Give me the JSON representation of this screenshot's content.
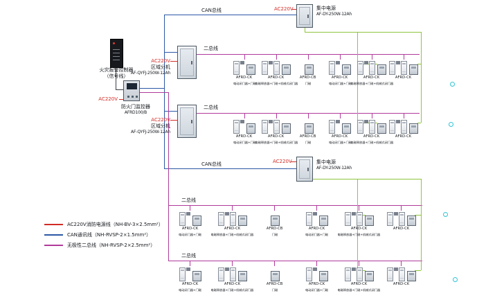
{
  "colors": {
    "power_line": "#d22b25",
    "can_line": "#2b57a5",
    "two_wire_line": "#b13a9b",
    "dc_power_line": "#8fc43c",
    "signal_line": "#3a3f44",
    "cabinet_fill": "#d9dfe5",
    "marker_cyan": "#2fc4d6"
  },
  "controller": {
    "label": "火灾报警控制器",
    "signal_note": "（信号线）"
  },
  "monitor": {
    "power": "AC220V",
    "label": "防火门监控器",
    "model": "AFRD100/B"
  },
  "can_bus_label": "CAN总线",
  "power_supply_top": {
    "power": "AC220V",
    "label": "集中电源",
    "model": "AF-DY-250W-12Ah"
  },
  "power_supply_bottom": {
    "power": "AC220V",
    "label": "集中电源",
    "model": "AF-DY-250W-12Ah"
  },
  "zones": [
    {
      "power": "AC220V",
      "label": "区域分机",
      "model": "AF-QYFJ-250W-12Ah"
    },
    {
      "power": "AC220V",
      "label": "区域分机",
      "model": "AF-QYFJ-250W-12Ah"
    }
  ],
  "device_rows": [
    {
      "bus_label": "二总线"
    },
    {
      "bus_label": "二总线"
    },
    {
      "bus_label": "二总线"
    },
    {
      "bus_label": "二总线"
    }
  ],
  "group_set": [
    {
      "module": "AFRD-CK",
      "icon": "closer",
      "label": "电动闭门器+门磁"
    },
    {
      "module": "AFRD-CK",
      "icon": "release",
      "label": "电磁释放器+门磁+机械式闭门器"
    },
    {
      "module": "AFRD-CB",
      "icon": "magnet",
      "label": "门磁"
    },
    {
      "module": "AFRD-CK",
      "icon": "closer",
      "label": "电动闭门器+门磁"
    },
    {
      "module": "AFRD-CK",
      "icon": "release",
      "label": "电磁释放器+门磁+机械式闭门器"
    },
    {
      "module": "AFRD-CK",
      "icon": "release",
      "label": ""
    }
  ],
  "legend": [
    {
      "color": "#d22b25",
      "label": "AC220V消防电源线（NH-BV-3×2.5mm²）"
    },
    {
      "color": "#2b57a5",
      "label": "CAN通讯线（NH-RVSP-2×1.5mm²）"
    },
    {
      "color": "#b13a9b",
      "label": "无极性二总线（NH-RVSP-2×2.5mm²）"
    }
  ]
}
